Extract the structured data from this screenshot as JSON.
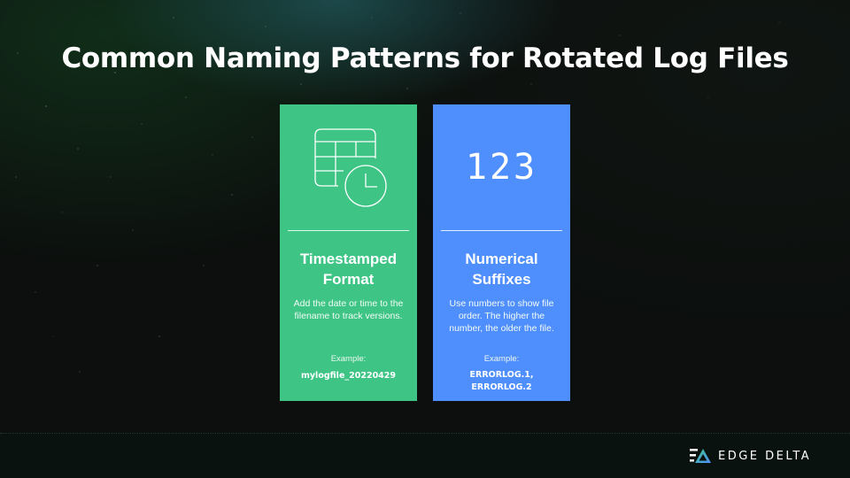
{
  "slide": {
    "title": "Common Naming Patterns for Rotated Log Files"
  },
  "cards": [
    {
      "icon": "table-clock-icon",
      "color": "#3ec585",
      "title_line1": "Timestamped",
      "title_line2": "Format",
      "description": "Add the date or time to the filename to track versions.",
      "example_label": "Example:",
      "example_value_line1": "mylogfile_20220429",
      "example_value_line2": ""
    },
    {
      "icon": "numbers-123-icon",
      "icon_text": "123",
      "color": "#4f8ffd",
      "title_line1": "Numerical",
      "title_line2": "Suffixes",
      "description": "Use numbers to show file order. The higher the number, the older the file.",
      "example_label": "Example:",
      "example_value_line1": "ERRORLOG.1,",
      "example_value_line2": "ERRORLOG.2"
    }
  ],
  "footer": {
    "logo_text": "EDGE DELTA",
    "logo_icon": "edge-delta-logo-icon"
  }
}
